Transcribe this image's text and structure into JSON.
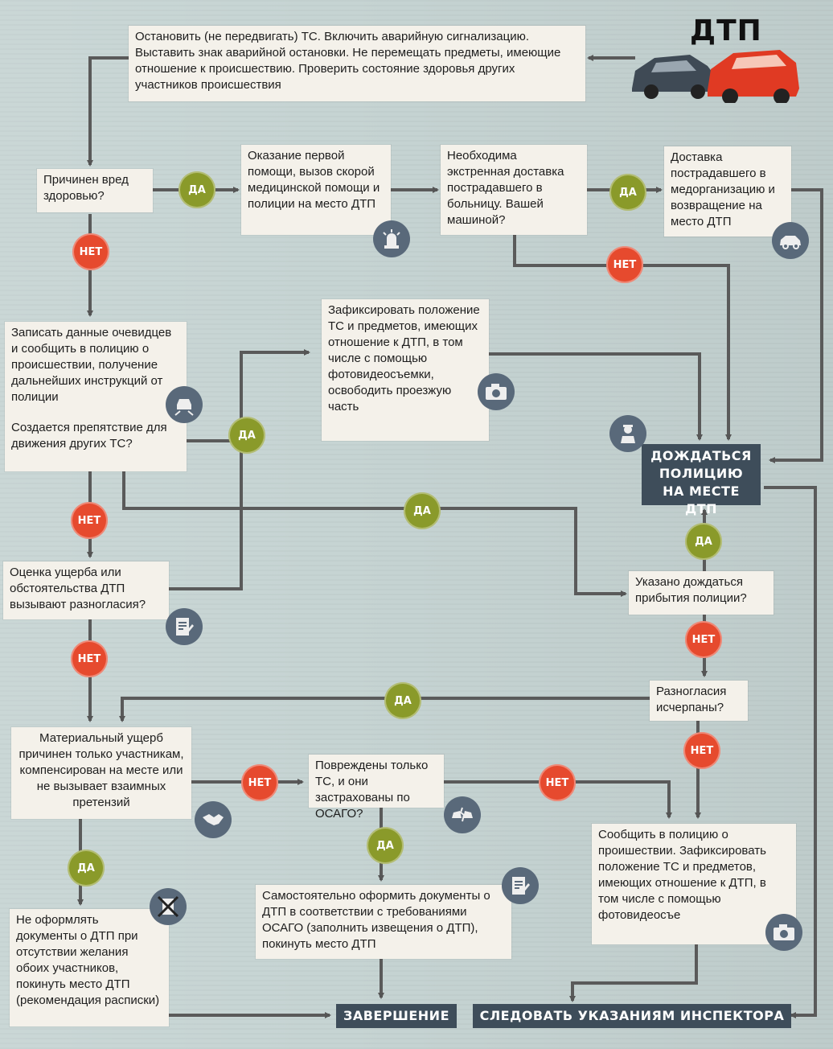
{
  "title": "ДТП",
  "colors": {
    "yes": "#8a9a2a",
    "no": "#e64a2e",
    "terminal": "#3e4d5a",
    "box": "#f4f1ea"
  },
  "boxes": {
    "start": "Остановить (не передвигать) ТС. Включить аварийную сигнализацию. Выставить знак аварийной остановки. Не перемещать предметы, имеющие отношение к происшествию. Проверить состояние здоровья других участников происшествия",
    "health_harm": "Причинен вред здоровью?",
    "first_aid": "Оказание первой помощи, вызов скорой медицинской помощи и полиции на место ДТП",
    "urgent_delivery": "Необходима экстренная доставка пострадавшего в больницу. Вашей машиной?",
    "delivery": "Доставка пострадавшего в медорганизацию и возвращение на место ДТП",
    "record_witnesses": "Записать данные очевидцев и сообщить в полицию о происшествии, получение дальнейших инструкций от полиции",
    "obstacle": "Создается препятствие для движения других ТС?",
    "fix_position": "Зафиксировать положение ТС и предметов, имеющих отношение к ДТП, в том числе с помощью фотовидеосъемки, освободить проезжую часть",
    "damage_assessment": "Оценка ущерба или обстоятельства ДТП вызывают разногласия?",
    "told_to_wait": "Указано дождаться прибытия полиции?",
    "disagreements_resolved": "Разногласия исчерпаны?",
    "material_damage": "Материальный ущерб причинен только участникам, компенсирован на месте или не вызывает взаимных претензий",
    "only_vehicles": "Повреждены только ТС, и они застрахованы по ОСАГО?",
    "report_police": "Сообщить в полицию о проишествии. Зафиксировать положение ТС и предметов, имеющих отношение к ДТП, в том числе с помощью фотовидеосъе",
    "self_documents": "Самостоятельно оформить документы о ДТП в соответствии с требованиями ОСАГО (заполнить извещения о ДТП), покинуть место ДТП",
    "no_documents": "Не оформлять документы о ДТП при отсутствии желания обоих участников, покинуть место ДТП (рекомендация расписки)"
  },
  "terminals": {
    "wait_police": "ДОЖДАТЬСЯ ПОЛИЦИЮ НА МЕСТЕ ДТП",
    "finish": "ЗАВЕРШЕНИЕ",
    "follow_inspector": "СЛЕДОВАТЬ УКАЗАНИЯМ ИНСПЕКТОРА"
  },
  "labels": {
    "yes": "ДА",
    "no": "НЕТ"
  }
}
